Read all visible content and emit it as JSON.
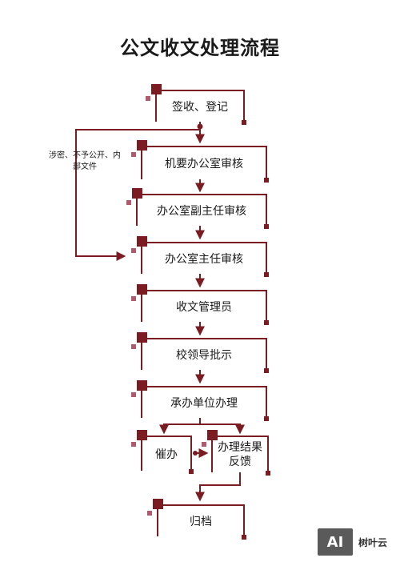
{
  "title": "公文收文处理流程",
  "side_note": "涉密、不予公开、内部文件",
  "nodes": {
    "sign_register": "签收、登记",
    "confidential_review": "机要办公室审核",
    "deputy_director_review": "办公室副主任审核",
    "director_review": "办公室主任审核",
    "document_clerk": "收文管理员",
    "school_leader": "校领导批示",
    "handling_unit": "承办单位办理",
    "urge": "催办",
    "feedback": "办理结果反馈",
    "archive": "归档"
  },
  "watermark": {
    "logo": "AI",
    "brand": "树叶云"
  },
  "colors": {
    "accent": "#7a1c22",
    "accent_light": "#b05a70"
  }
}
